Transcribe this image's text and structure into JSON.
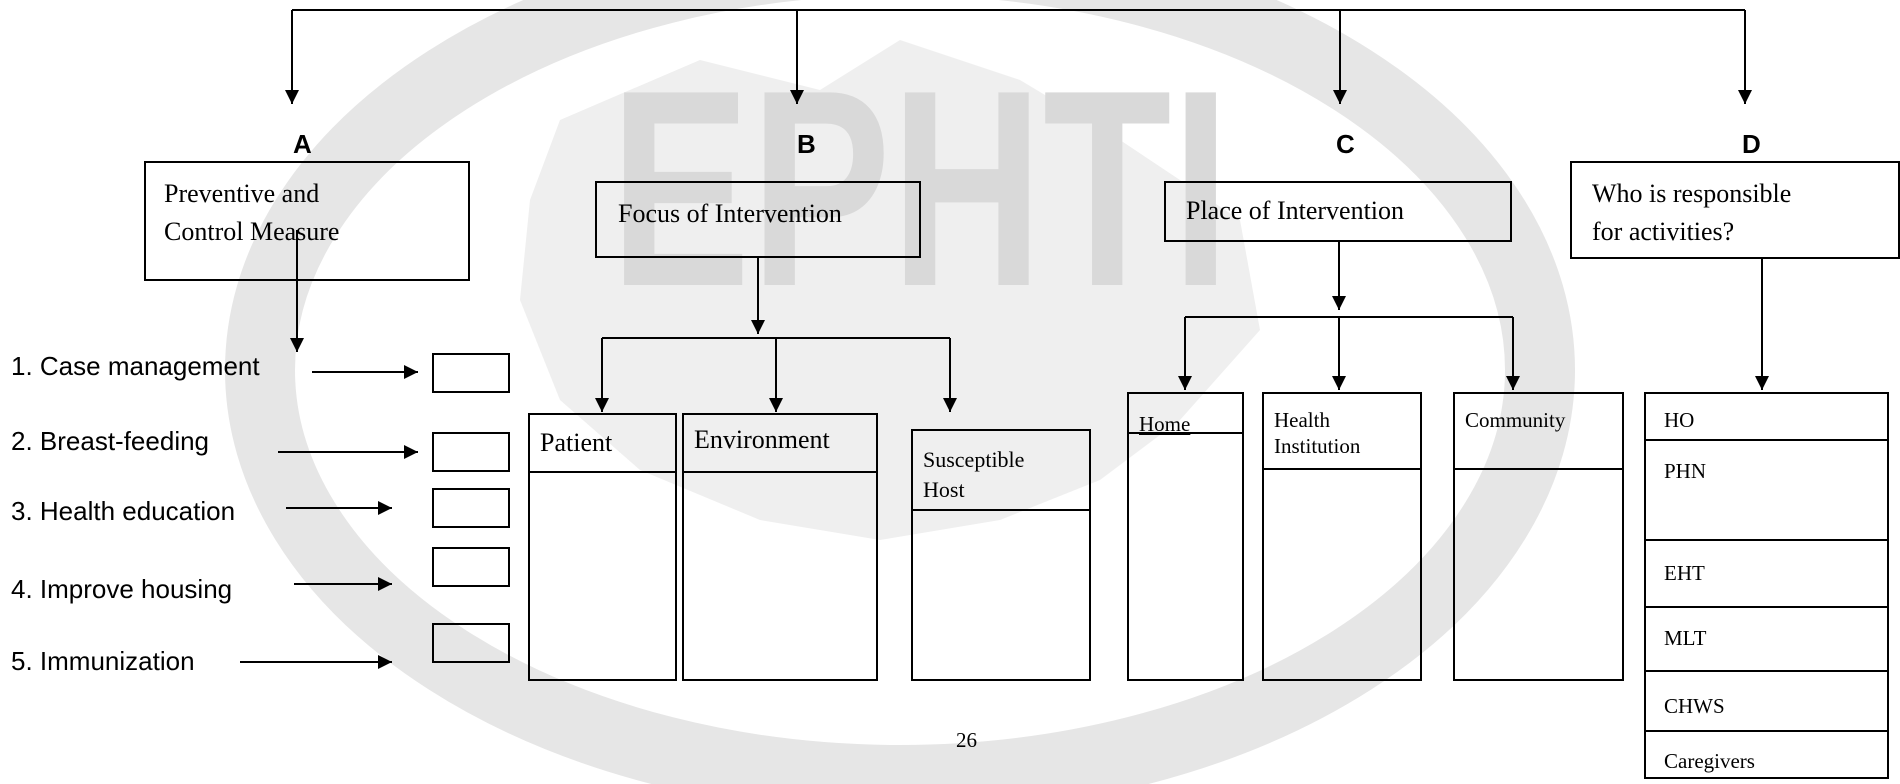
{
  "watermark": {
    "text": "EPHTI",
    "color": "#d6d6d6"
  },
  "letters": {
    "a": "A",
    "b": "B",
    "c": "C",
    "d": "D"
  },
  "boxes": {
    "a": [
      "Preventive and",
      "Control Measure"
    ],
    "b": "Focus of Intervention",
    "c": "Place of Intervention",
    "d": [
      "Who is responsible",
      "for activities?"
    ]
  },
  "measures": [
    "1. Case management",
    "2.  Breast-feeding",
    "3. Health education",
    "4. Improve housing",
    "5. Immunization"
  ],
  "focus": {
    "patient": "Patient",
    "environment": "Environment",
    "host": [
      "Susceptible",
      "Host"
    ]
  },
  "place": {
    "home": "Home",
    "health": [
      "Health",
      "Institution"
    ],
    "community": "Community"
  },
  "responsible": [
    "HO",
    "PHN",
    "EHT",
    "MLT",
    "CHWS",
    "Caregivers"
  ],
  "page_number": "26"
}
